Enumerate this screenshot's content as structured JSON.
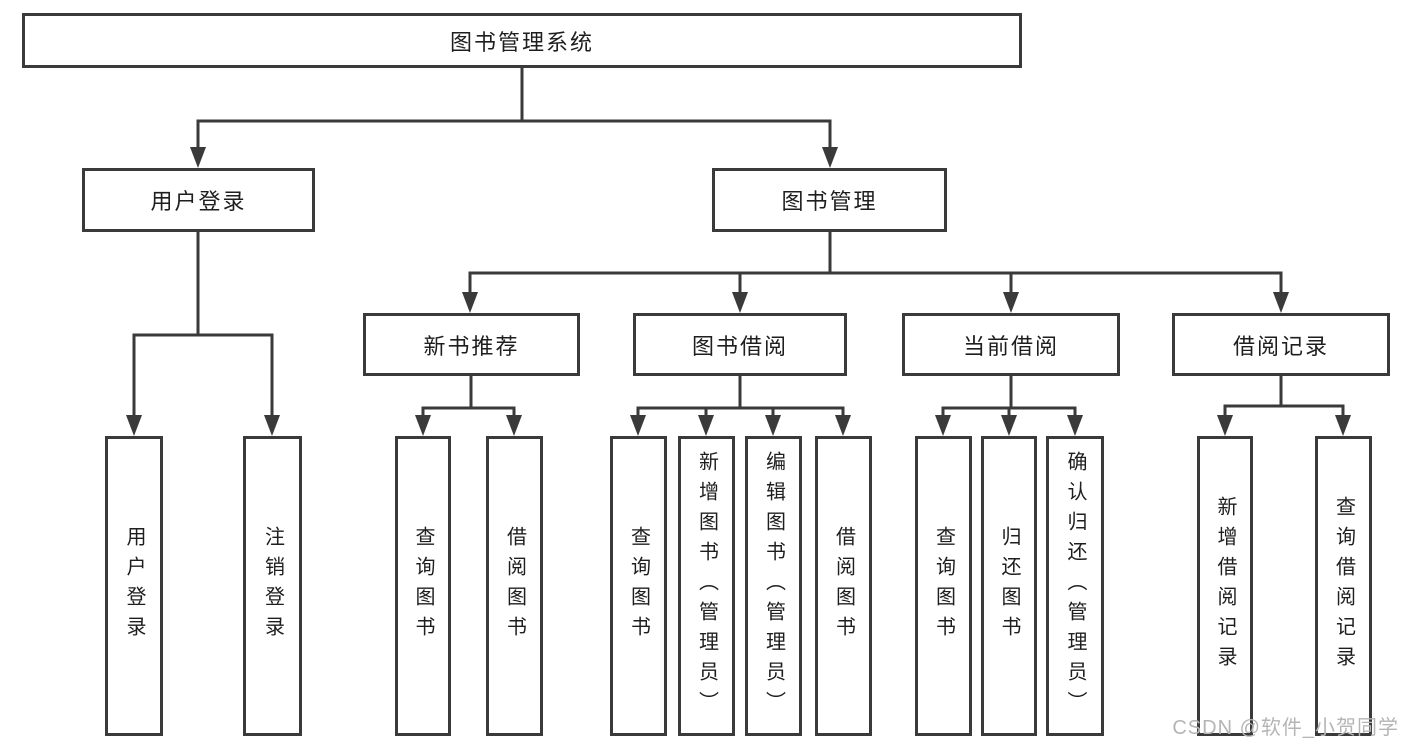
{
  "diagram": {
    "root": {
      "label": "图书管理系统"
    },
    "level2": [
      {
        "label": "用户登录"
      },
      {
        "label": "图书管理"
      }
    ],
    "level3": [
      {
        "label": "新书推荐"
      },
      {
        "label": "图书借阅"
      },
      {
        "label": "当前借阅"
      },
      {
        "label": "借阅记录"
      }
    ],
    "leaves": [
      {
        "parent": "用户登录",
        "label": "用户登录"
      },
      {
        "parent": "用户登录",
        "label": "注销登录"
      },
      {
        "parent": "新书推荐",
        "label": "查询图书"
      },
      {
        "parent": "新书推荐",
        "label": "借阅图书"
      },
      {
        "parent": "图书借阅",
        "label": "查询图书"
      },
      {
        "parent": "图书借阅",
        "label": "新增图书（管理员）"
      },
      {
        "parent": "图书借阅",
        "label": "编辑图书（管理员）"
      },
      {
        "parent": "图书借阅",
        "label": "借阅图书"
      },
      {
        "parent": "当前借阅",
        "label": "查询图书"
      },
      {
        "parent": "当前借阅",
        "label": "归还图书"
      },
      {
        "parent": "当前借阅",
        "label": "确认归还（管理员）"
      },
      {
        "parent": "借阅记录",
        "label": "新增借阅记录"
      },
      {
        "parent": "借阅记录",
        "label": "查询借阅记录"
      }
    ],
    "watermark": "CSDN @软件_小贺同学",
    "colors": {
      "line": "#3a3a3a",
      "text": "#1e1e1e",
      "watermark": "#b5b5b5",
      "background": "#ffffff"
    }
  }
}
